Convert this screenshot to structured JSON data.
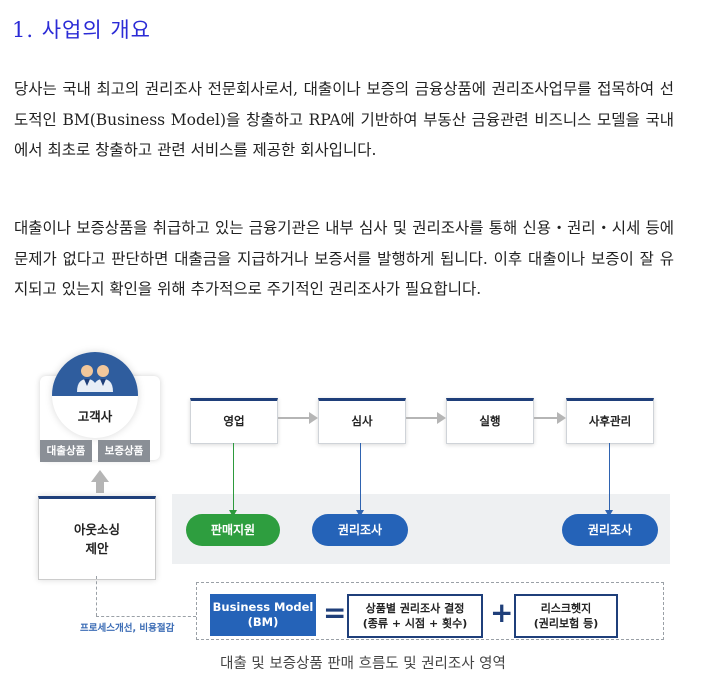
{
  "section": {
    "heading": "1. 사업의 개요"
  },
  "paragraphs": {
    "p1": "당사는 국내 최고의 권리조사 전문회사로서, 대출이나 보증의 금융상품에 권리조사업무를 접목하여 선도적인 BM(Business Model)을 창출하고 RPA에 기반하여 부동산 금융관련 비즈니스 모델을 국내에서 최초로 창출하고 관련 서비스를 제공한 회사입니다.",
    "p2": "대출이나 보증상품을 취급하고 있는 금융기관은 내부 심사 및 권리조사를 통해 신용・권리・시세 등에 문제가 없다고 판단하면 대출금을 지급하거나 보증서를 발행하게 됩니다. 이후 대출이나 보증이 잘 유지되고 있는지 확인을 위해 추가적으로 주기적인 권리조사가 필요합니다."
  },
  "diagram": {
    "customer_label": "고객사",
    "tag_loan": "대출상품",
    "tag_guarantee": "보증상품",
    "outsourcing_line1": "아웃소싱",
    "outsourcing_line2": "제안",
    "process_steps": [
      "영업",
      "심사",
      "실행",
      "사후관리"
    ],
    "pill_sales_support": "판매지원",
    "pill_rights_1": "권리조사",
    "pill_rights_2": "권리조사",
    "process_improvement": "프로세스개선, 비용절감",
    "bm_line1": "Business Model",
    "bm_line2": "(BM)",
    "op_equals": "=",
    "decision_line1": "상품별 권리조사 결정",
    "decision_line2": "(종류 + 시점 + 횟수)",
    "op_plus": "+",
    "hedge_line1": "리스크헷지",
    "hedge_line2": "(권리보험 등)",
    "caption": "대출 및 보증상품 판매 흐름도 및 권리조사 영역"
  },
  "colors": {
    "heading": "#2b2bd6",
    "navy": "#1f3f7a",
    "blue": "#2563b8",
    "green": "#2e9e3f",
    "gray": "#8a8f96"
  },
  "icons": {
    "customer": "people-icon"
  }
}
